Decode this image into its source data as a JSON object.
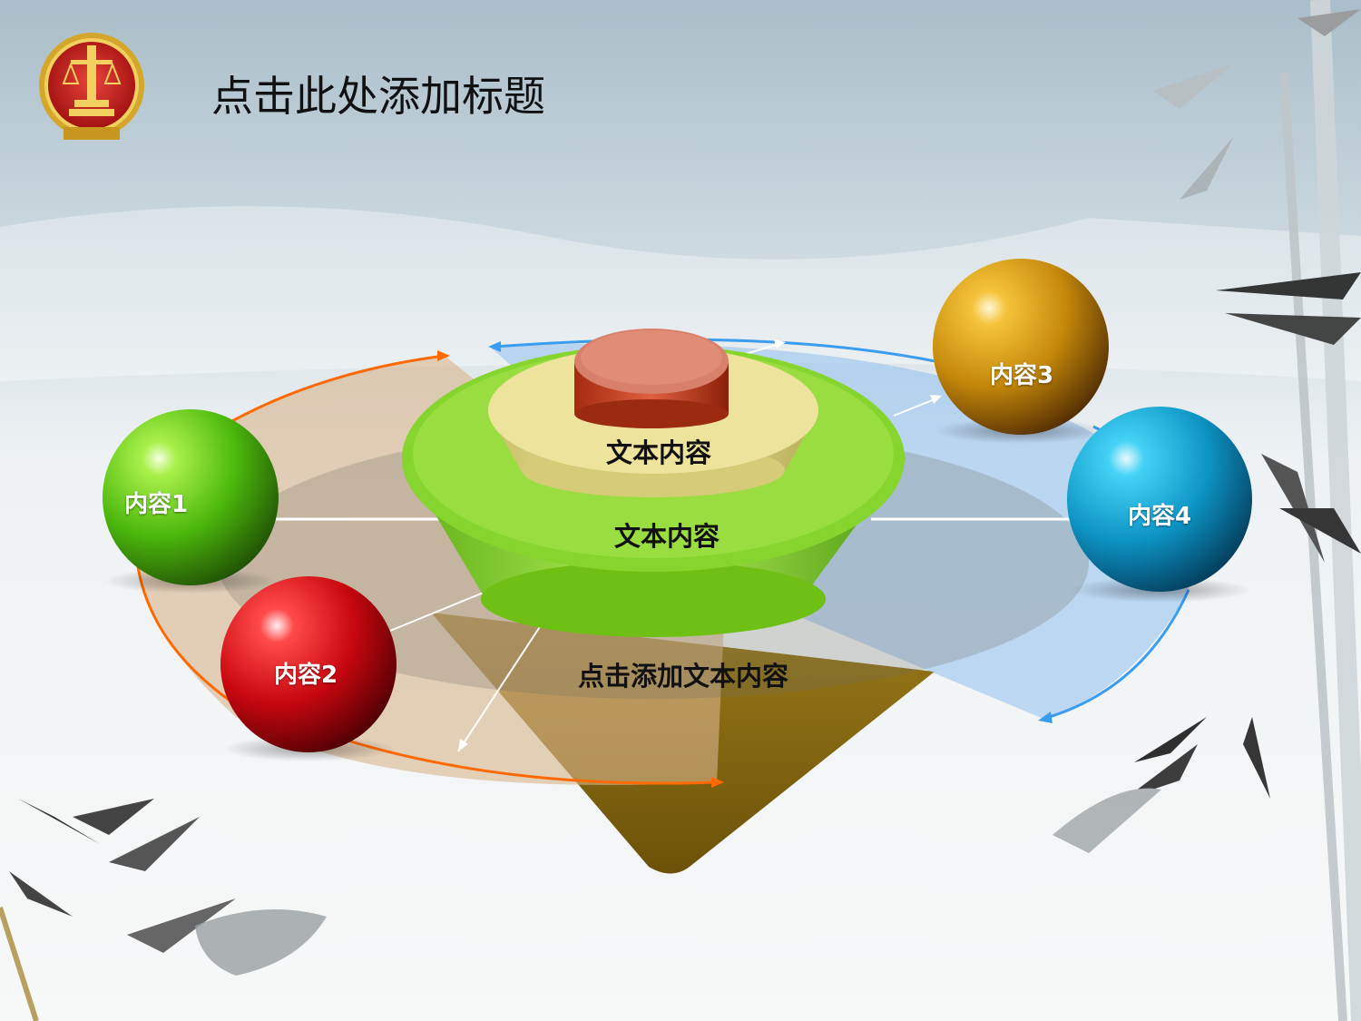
{
  "slide": {
    "title": "点击此处添加标题",
    "center_top_label": "文本内容",
    "center_mid_label": "文本内容",
    "bottom_label": "点击添加文本内容",
    "spheres": [
      {
        "label": "内容1",
        "color": "#5fd11a"
      },
      {
        "label": "内容2",
        "color": "#d9101a"
      },
      {
        "label": "内容3",
        "color": "#d9a012"
      },
      {
        "label": "内容4",
        "color": "#1fb2dd"
      }
    ]
  },
  "colors": {
    "orange_arrow": "#ff6a00",
    "blue_arrow": "#3b9df0",
    "green_ring": "#8fd23a",
    "cream_ring": "#e6dc92",
    "red_cylinder": "#c8482a",
    "pyramid_brown": "#8a6a10"
  },
  "icons": {
    "emblem": "court-emblem-icon",
    "bamboo": "bamboo-decoration"
  }
}
